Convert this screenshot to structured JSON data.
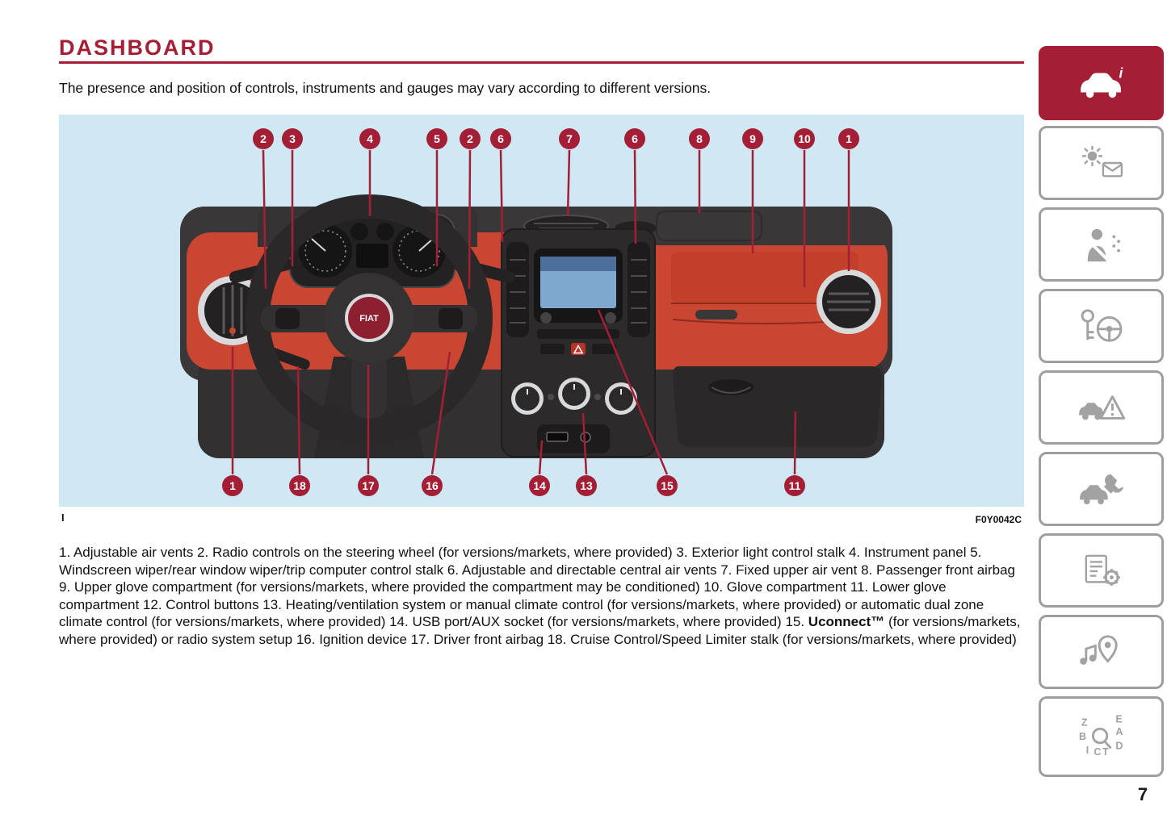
{
  "header": {
    "title": "DASHBOARD"
  },
  "intro": "The presence and position of controls, instruments and gauges may vary according to different versions.",
  "figure": {
    "caption_left": "I",
    "code": "F0Y0042C",
    "badge": "FIAT",
    "callouts": {
      "top": [
        "2",
        "3",
        "4",
        "5",
        "2",
        "6",
        "7",
        "6",
        "8",
        "9",
        "10",
        "1"
      ],
      "bottom": [
        "1",
        "18",
        "17",
        "16",
        "14",
        "13",
        "15",
        "11"
      ]
    }
  },
  "legend": {
    "part1": "1. Adjustable air vents 2. Radio controls on the steering wheel (for versions/markets, where provided) 3. Exterior light control stalk 4. Instrument panel 5. Windscreen wiper/rear window wiper/trip computer control stalk 6. Adjustable and directable central air vents 7. Fixed upper air vent 8. Passenger front airbag 9. Upper glove compartment (for versions/markets, where provided the compartment may be conditioned) 10. Glove compartment 11. Lower glove compartment 12. Control buttons 13. Heating/ventilation system or manual climate control (for versions/markets, where provided) or automatic dual zone climate control (for versions/markets, where provided) 14. USB port/AUX socket (for versions/markets, where provided) 15. ",
    "bold": "Uconnect™",
    "part2": " (for versions/markets, where provided) or radio system setup 16. Ignition device 17. Driver front airbag 18. Cruise Control/Speed Limiter stalk (for versions/markets, where provided)"
  },
  "sidebar": {
    "items": [
      {
        "icon": "car-info-icon",
        "active": true
      },
      {
        "icon": "warning-light-message-icon",
        "active": false
      },
      {
        "icon": "safety-seatbelt-icon",
        "active": false
      },
      {
        "icon": "key-steering-icon",
        "active": false
      },
      {
        "icon": "emergency-triangle-icon",
        "active": false
      },
      {
        "icon": "car-wrench-service-icon",
        "active": false
      },
      {
        "icon": "spec-sheet-gear-icon",
        "active": false
      },
      {
        "icon": "multimedia-nav-icon",
        "active": false
      },
      {
        "icon": "alphabetical-index-icon",
        "active": false
      }
    ],
    "info_glyph": "i",
    "index_letters": [
      "Z",
      "E",
      "B",
      "A",
      "I",
      "C",
      "T",
      "D"
    ]
  },
  "page_number": "7",
  "colors": {
    "accent": "#a41e36",
    "figure_background": "#cfe8f4",
    "trim_red": "#c94732",
    "dash_dark": "#3a3738"
  }
}
